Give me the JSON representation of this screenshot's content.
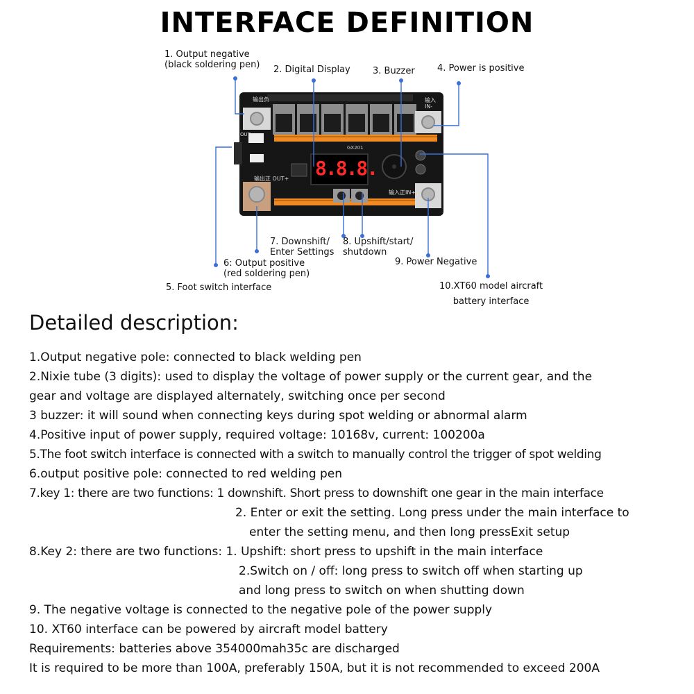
{
  "title": "INTERFACE DEFINITION",
  "callouts": {
    "c1": "1. Output negative\n(black soldering pen)",
    "c2": "2. Digital Display",
    "c3": "3. Buzzer",
    "c4": "4. Power is positive",
    "c5": "5. Foot switch interface",
    "c6": "6: Output positive\n(red soldering pen)",
    "c7": "7. Downshift/\nEnter Settings",
    "c8": "8. Upshift/start/\nshutdown",
    "c9": "9. Power Negative",
    "c10": "10.XT60 model aircraft\nbattery interface"
  },
  "board": {
    "label_out_neg": "输出负",
    "label_in_neg": "输入\nIN-",
    "label_out_side": "OUT-",
    "label_out_pos": "输出正 OUT+",
    "label_in_pos": "输入正IN+",
    "model": "GX201",
    "display_digits": "8.8.8."
  },
  "description": {
    "heading": "Detailed description:",
    "lines": [
      "1.Output negative pole: connected to black welding pen",
      "2.Nixie tube (3 digits): used to display the voltage of power supply or the current gear, and the",
      "gear and voltage are displayed alternately, switching once per second",
      "3 buzzer: it will sound when connecting keys during spot welding or abnormal alarm",
      "4.Positive input of power supply, required voltage: 10168v, current: 100200a",
      "5.The foot switch interface is connected with a switch to manually control the trigger of spot welding",
      "6.output positive pole: connected to red welding pen",
      "7.key 1: there are two functions: 1 downshift. Short press to downshift one gear in the main interface",
      "2. Enter or exit the setting. Long press under the main interface to",
      "enter the setting menu, and then long pressExit setup",
      "8.Key 2: there are two functions: 1. Upshift: short press to upshift in the main interface",
      "2.Switch on / off: long press to switch off when starting up",
      "and long press to switch on when shutting down",
      "9. The negative voltage is connected to the negative pole of the power supply",
      "10. XT60 interface can be powered by aircraft model battery",
      "Requirements: batteries above 354000mah35c are discharged",
      "It is required to be more than 100A, preferably 150A, but it is not recommended to exceed 200A"
    ]
  },
  "colors": {
    "board": "#161616",
    "copper": "#f08a24",
    "leader_line": "#3a6fd8",
    "display_red": "#ff2a2a",
    "terminal": "#d8d8d8"
  }
}
